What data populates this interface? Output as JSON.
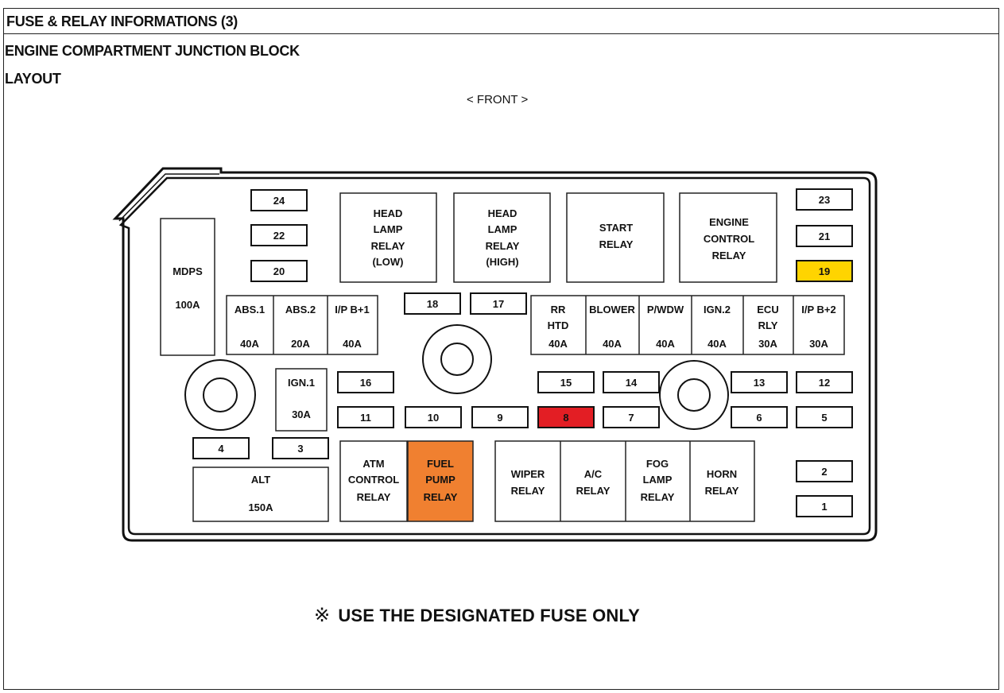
{
  "header": {
    "title": "FUSE & RELAY INFORMATIONS (3)"
  },
  "subtitle": "ENGINE COMPARTMENT JUNCTION BLOCK",
  "section": "LAYOUT",
  "front_label": "< FRONT >",
  "note": {
    "mark": "※",
    "text": "USE THE DESIGNATED FUSE ONLY"
  },
  "colors": {
    "highlight_yellow": "#ffd400",
    "highlight_red": "#e31e24",
    "highlight_orange": "#f08030"
  },
  "diagram": {
    "mdps": [
      "MDPS",
      "100A"
    ],
    "alt": [
      "ALT",
      "150A"
    ],
    "ign1": [
      "IGN.1",
      "30A"
    ],
    "mid_fuses": [
      {
        "name": "ABS.1",
        "amp": "40A"
      },
      {
        "name": "ABS.2",
        "amp": "20A"
      },
      {
        "name": "I/P B+1",
        "amp": "40A"
      }
    ],
    "right_fuses": [
      {
        "name": [
          "RR",
          "HTD"
        ],
        "amp": "40A"
      },
      {
        "name": [
          "BLOWER"
        ],
        "amp": "40A"
      },
      {
        "name": [
          "P/WDW"
        ],
        "amp": "40A"
      },
      {
        "name": [
          "IGN.2"
        ],
        "amp": "40A"
      },
      {
        "name": [
          "ECU",
          "RLY"
        ],
        "amp": "30A"
      },
      {
        "name": [
          "I/P B+2"
        ],
        "amp": "30A"
      }
    ],
    "top_relays": [
      [
        "HEAD",
        "LAMP",
        "RELAY",
        "(LOW)"
      ],
      [
        "HEAD",
        "LAMP",
        "RELAY",
        "(HIGH)"
      ],
      [
        "START",
        "RELAY"
      ],
      [
        "ENGINE",
        "CONTROL",
        "RELAY"
      ]
    ],
    "bottom_relays": [
      [
        "ATM",
        "CONTROL",
        "RELAY"
      ],
      [
        "FUEL",
        "PUMP",
        "RELAY"
      ],
      [
        "WIPER",
        "RELAY"
      ],
      [
        "A/C",
        "RELAY"
      ],
      [
        "FOG",
        "LAMP",
        "RELAY"
      ],
      [
        "HORN",
        "RELAY"
      ]
    ],
    "mini_fuses": [
      "24",
      "22",
      "20",
      "23",
      "21",
      "19",
      "18",
      "17",
      "16",
      "11",
      "10",
      "9",
      "15",
      "14",
      "8",
      "7",
      "13",
      "12",
      "6",
      "5",
      "4",
      "3",
      "2",
      "1"
    ]
  }
}
